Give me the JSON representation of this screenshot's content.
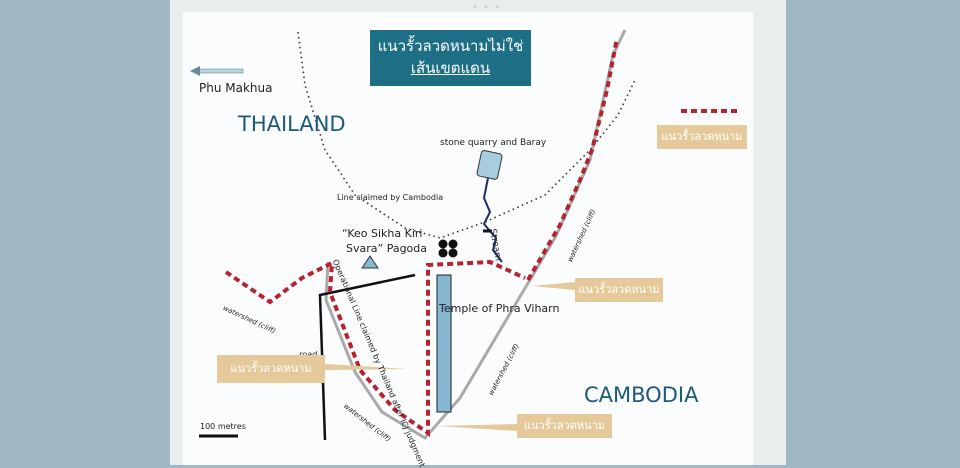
{
  "title": {
    "line1": "แนวรั้วลวดหนามไม่ใช่",
    "line2": "เส้นเขตแดน"
  },
  "places": {
    "phu_makhua": "Phu Makhua",
    "thailand": "THAILAND",
    "cambodia": "CAMBODIA",
    "quarry": "stone quarry and Baray",
    "line_cambodia": "Line claimed by Cambodia",
    "pagoda_line1": "“Keo Sikha Kiri",
    "pagoda_line2": "Svara” Pagoda",
    "temple": "Temple of Phra Viharn",
    "stream": "Stream",
    "road": "road",
    "operational_line": "Operational Line claimed by Thailand after ICJ judgment",
    "watershed_cliff": "watershed (cliff)",
    "scale": "100 metres"
  },
  "legend": {
    "label": "แนวรั้วลวดหนาม"
  },
  "callouts": [
    {
      "label": "แนวรั้วลวดหนาม"
    },
    {
      "label": "แนวรั้วลวดหนาม"
    },
    {
      "label": "แนวรั้วลวดหนาม"
    }
  ],
  "colors": {
    "fence": "#b5232f",
    "watershed": "#a9a9a9",
    "temple": "#86b7d1",
    "road": "#111111",
    "title_bg": "#1d6f85",
    "tag_bg": "#e5c99a"
  }
}
